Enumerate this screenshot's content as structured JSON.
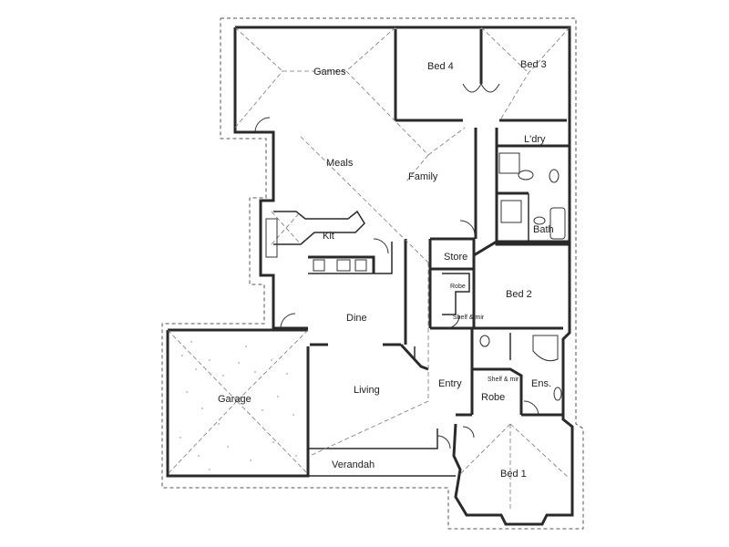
{
  "rooms": {
    "games": "Games",
    "bed4": "Bed 4",
    "bed3": "Bed 3",
    "laundry": "L'dry",
    "meals": "Meals",
    "family": "Family",
    "kit": "Kit",
    "bath": "Bath",
    "store": "Store",
    "robe_bed2": "Robe",
    "bed2": "Bed 2",
    "dine": "Dine",
    "garage": "Garage",
    "living": "Living",
    "entry": "Entry",
    "ens": "Ens.",
    "robe_bed1": "Robe",
    "verandah": "Verandah",
    "bed1": "Bed 1"
  },
  "notes": {
    "shelf_mirror_bed2": "Shelf & mir",
    "shelf_mirror_ens": "Shelf & mir"
  }
}
